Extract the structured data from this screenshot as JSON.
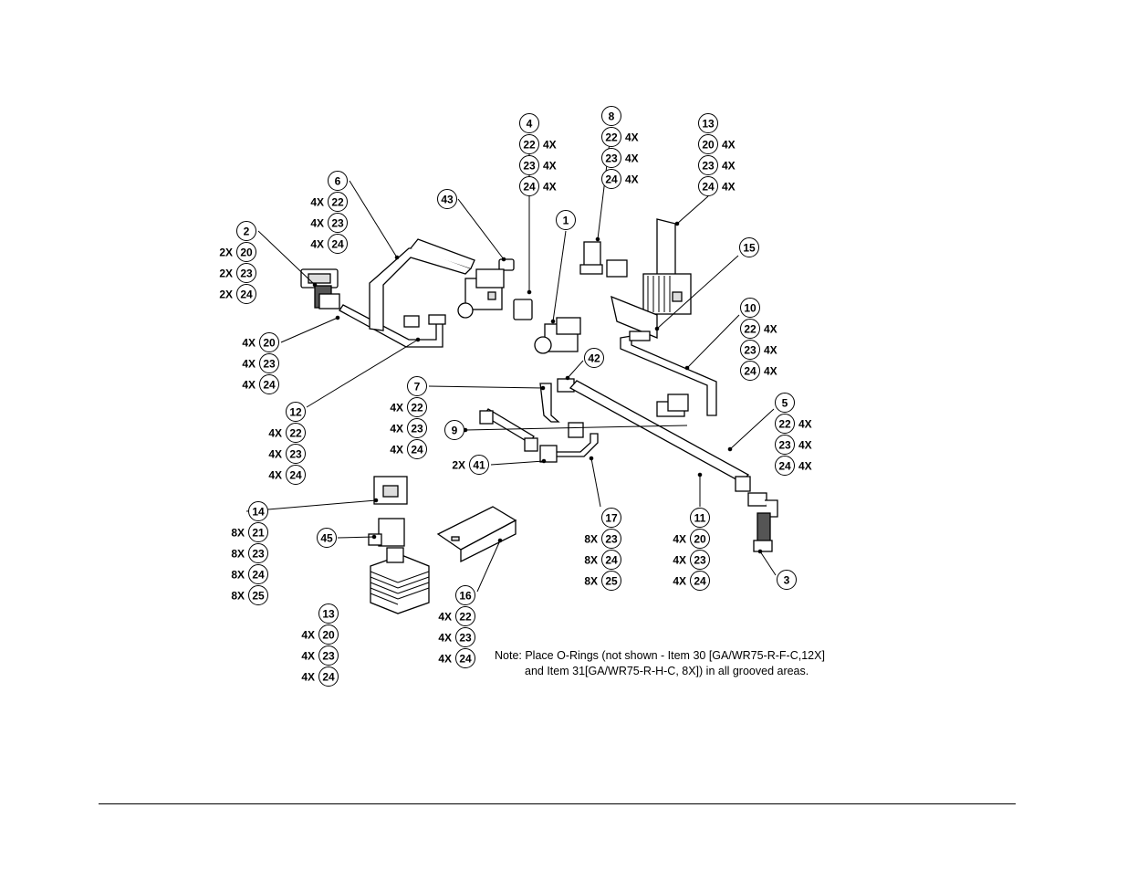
{
  "note": {
    "line1": "Note: Place O-Rings (not shown - Item 30 [GA/WR75-R-F-C,12X]",
    "line2": "and Item 31[GA/WR75-R-H-C, 8X]) in all grooved areas."
  },
  "callouts": [
    {
      "id": "4",
      "entries": [
        [
          "",
          "4"
        ],
        [
          "22",
          "4X"
        ],
        [
          "23",
          "4X"
        ],
        [
          "24",
          "4X"
        ]
      ]
    },
    {
      "id": "8",
      "entries": [
        [
          "",
          "8"
        ],
        [
          "22",
          "4X"
        ],
        [
          "23",
          "4X"
        ],
        [
          "24",
          "4X"
        ]
      ]
    },
    {
      "id": "13a",
      "entries": [
        [
          "",
          "13"
        ],
        [
          "20",
          "4X"
        ],
        [
          "23",
          "4X"
        ],
        [
          "24",
          "4X"
        ]
      ]
    },
    {
      "id": "6",
      "entries": [
        [
          "",
          "6"
        ],
        [
          "22",
          "4X"
        ],
        [
          "23",
          "4X"
        ],
        [
          "24",
          "4X"
        ]
      ]
    },
    {
      "id": "2",
      "entries": [
        [
          "",
          "2"
        ],
        [
          "20",
          "2X"
        ],
        [
          "23",
          "2X"
        ],
        [
          "24",
          "2X"
        ]
      ]
    },
    {
      "id": "43",
      "entries": [
        [
          "",
          "43"
        ]
      ]
    },
    {
      "id": "1",
      "entries": [
        [
          "",
          "1"
        ]
      ]
    },
    {
      "id": "15",
      "entries": [
        [
          "",
          "15"
        ]
      ]
    },
    {
      "id": "10",
      "entries": [
        [
          "",
          "10"
        ],
        [
          "22",
          "4X"
        ],
        [
          "23",
          "4X"
        ],
        [
          "24",
          "4X"
        ]
      ]
    },
    {
      "id": "20b",
      "entries": [
        [
          "20",
          "4X"
        ],
        [
          "23",
          "4X"
        ],
        [
          "24",
          "4X"
        ]
      ]
    },
    {
      "id": "12",
      "entries": [
        [
          "",
          "12"
        ],
        [
          "22",
          "4X"
        ],
        [
          "23",
          "4X"
        ],
        [
          "24",
          "4X"
        ]
      ]
    },
    {
      "id": "7",
      "entries": [
        [
          "",
          "7"
        ],
        [
          "22",
          "4X"
        ],
        [
          "23",
          "4X"
        ],
        [
          "24",
          "4X"
        ]
      ]
    },
    {
      "id": "42",
      "entries": [
        [
          "",
          "42"
        ]
      ]
    },
    {
      "id": "5",
      "entries": [
        [
          "",
          "5"
        ],
        [
          "22",
          "4X"
        ],
        [
          "23",
          "4X"
        ],
        [
          "24",
          "4X"
        ]
      ]
    },
    {
      "id": "9",
      "entries": [
        [
          "",
          "9"
        ]
      ]
    },
    {
      "id": "41",
      "entries": [
        [
          "41",
          "2X"
        ]
      ]
    },
    {
      "id": "14",
      "entries": [
        [
          "",
          "14"
        ],
        [
          "21",
          "8X"
        ],
        [
          "23",
          "8X"
        ],
        [
          "24",
          "8X"
        ],
        [
          "25",
          "8X"
        ]
      ]
    },
    {
      "id": "45",
      "entries": [
        [
          "",
          "45"
        ]
      ]
    },
    {
      "id": "17",
      "entries": [
        [
          "",
          "17"
        ],
        [
          "23",
          "8X"
        ],
        [
          "24",
          "8X"
        ],
        [
          "25",
          "8X"
        ]
      ]
    },
    {
      "id": "11",
      "entries": [
        [
          "",
          "11"
        ],
        [
          "20",
          "4X"
        ],
        [
          "23",
          "4X"
        ],
        [
          "24",
          "4X"
        ]
      ]
    },
    {
      "id": "3",
      "entries": [
        [
          "",
          "3"
        ]
      ]
    },
    {
      "id": "13b",
      "entries": [
        [
          "",
          "13"
        ],
        [
          "20",
          "4X"
        ],
        [
          "23",
          "4X"
        ],
        [
          "24",
          "4X"
        ]
      ]
    },
    {
      "id": "16",
      "entries": [
        [
          "",
          "16"
        ],
        [
          "22",
          "4X"
        ],
        [
          "23",
          "4X"
        ],
        [
          "24",
          "4X"
        ]
      ]
    }
  ]
}
